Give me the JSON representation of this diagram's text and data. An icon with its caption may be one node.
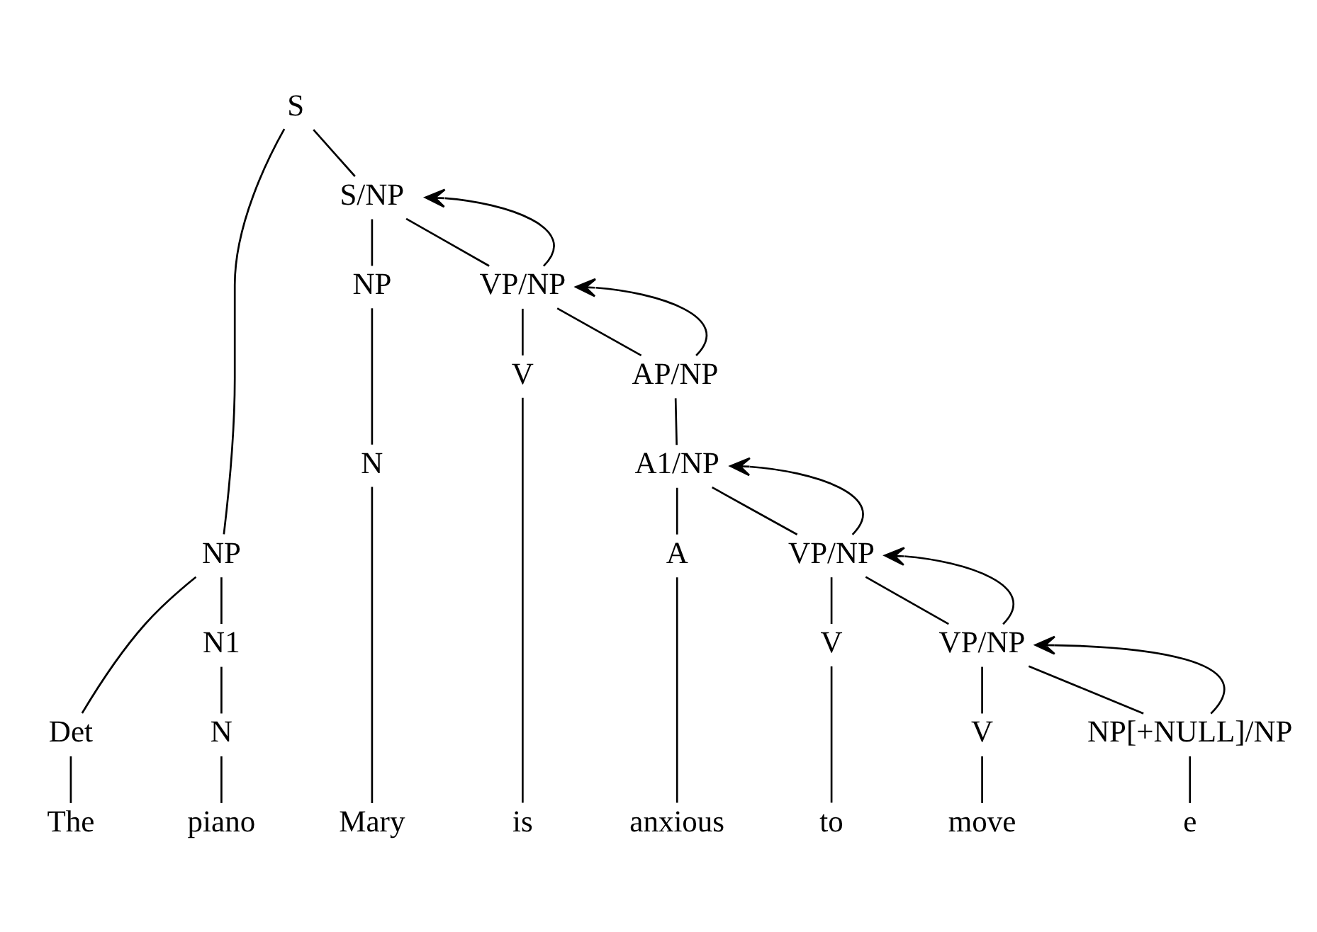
{
  "diagram": {
    "nodes": [
      {
        "text": [
          "S"
        ]
      },
      {
        "text": [
          "NP"
        ]
      },
      {
        "text": [
          "S/NP"
        ]
      },
      {
        "text": [
          "Det"
        ]
      },
      {
        "text": [
          "N1"
        ]
      },
      {
        "text": [
          "NP"
        ]
      },
      {
        "text": [
          "VP/NP"
        ]
      },
      {
        "text": [
          "N"
        ]
      },
      {
        "text": [
          "N"
        ]
      },
      {
        "text": [
          "V"
        ]
      },
      {
        "text": [
          "AP/NP"
        ]
      },
      {
        "text": [
          "A1/NP"
        ]
      },
      {
        "text": [
          "A"
        ]
      },
      {
        "text": [
          "VP/NP"
        ]
      },
      {
        "text": [
          "V"
        ]
      },
      {
        "text": [
          "VP/NP"
        ]
      },
      {
        "text": [
          "V"
        ]
      },
      {
        "text": [
          "NP[+NULL]/NP"
        ]
      },
      {
        "text": [
          "The"
        ]
      },
      {
        "text": [
          "piano"
        ]
      },
      {
        "text": [
          "Mary"
        ]
      },
      {
        "text": [
          "is"
        ]
      },
      {
        "text": [
          "anxious"
        ]
      },
      {
        "text": [
          "to"
        ]
      },
      {
        "text": [
          "move"
        ]
      },
      {
        "text": [
          "e"
        ]
      }
    ],
    "edges": [
      {
        "from": 0,
        "to": 1,
        "arrow": "none"
      },
      {
        "from": 0,
        "to": 2,
        "arrow": "none"
      },
      {
        "from": 1,
        "to": 3,
        "arrow": "none"
      },
      {
        "from": 1,
        "to": 4,
        "arrow": "none"
      },
      {
        "from": 2,
        "to": 5,
        "arrow": "none"
      },
      {
        "from": 2,
        "to": 6,
        "arrow": "none"
      },
      {
        "from": 4,
        "to": 7,
        "arrow": "none"
      },
      {
        "from": 5,
        "to": 8,
        "arrow": "none"
      },
      {
        "from": 6,
        "to": 9,
        "arrow": "none"
      },
      {
        "from": 6,
        "to": 10,
        "arrow": "none"
      },
      {
        "from": 10,
        "to": 11,
        "arrow": "none"
      },
      {
        "from": 11,
        "to": 12,
        "arrow": "none"
      },
      {
        "from": 11,
        "to": 13,
        "arrow": "none"
      },
      {
        "from": 13,
        "to": 14,
        "arrow": "none"
      },
      {
        "from": 13,
        "to": 15,
        "arrow": "none"
      },
      {
        "from": 15,
        "to": 16,
        "arrow": "none"
      },
      {
        "from": 15,
        "to": 17,
        "arrow": "none"
      },
      {
        "from": 3,
        "to": 18,
        "arrow": "none"
      },
      {
        "from": 7,
        "to": 19,
        "arrow": "none"
      },
      {
        "from": 8,
        "to": 20,
        "arrow": "none"
      },
      {
        "from": 9,
        "to": 21,
        "arrow": "none"
      },
      {
        "from": 12,
        "to": 22,
        "arrow": "none"
      },
      {
        "from": 14,
        "to": 23,
        "arrow": "none"
      },
      {
        "from": 16,
        "to": 24,
        "arrow": "none"
      },
      {
        "from": 17,
        "to": 25,
        "arrow": "none"
      },
      {
        "from": 17,
        "to": 15,
        "arrow": "to"
      },
      {
        "from": 15,
        "to": 13,
        "arrow": "to"
      },
      {
        "from": 13,
        "to": 11,
        "arrow": "to"
      },
      {
        "from": 10,
        "to": 6,
        "arrow": "to"
      },
      {
        "from": 6,
        "to": 2,
        "arrow": "to"
      }
    ]
  }
}
